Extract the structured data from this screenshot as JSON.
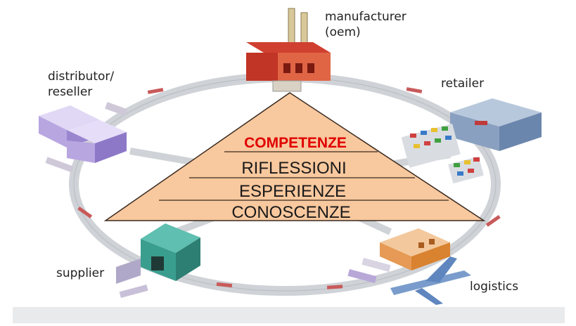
{
  "nodes": {
    "manufacturer": {
      "line1": "manufacturer",
      "line2": "(oem)"
    },
    "retailer": {
      "label": "retailer"
    },
    "distributor": {
      "line1": "distributor/",
      "line2": "reseller"
    },
    "supplier": {
      "label": "supplier"
    },
    "logistics": {
      "label": "logistics"
    }
  },
  "pyramid": {
    "levels": [
      "COMPETENZE",
      "RIFLESSIONI",
      "ESPERIENZE",
      "CONOSCENZE"
    ],
    "top_color": "#e00000",
    "text_color": "#1a1a1a",
    "fill": "#f8c89e"
  },
  "colors": {
    "ring": "#cfd2d6",
    "ring_marker": "#c85a5a"
  }
}
